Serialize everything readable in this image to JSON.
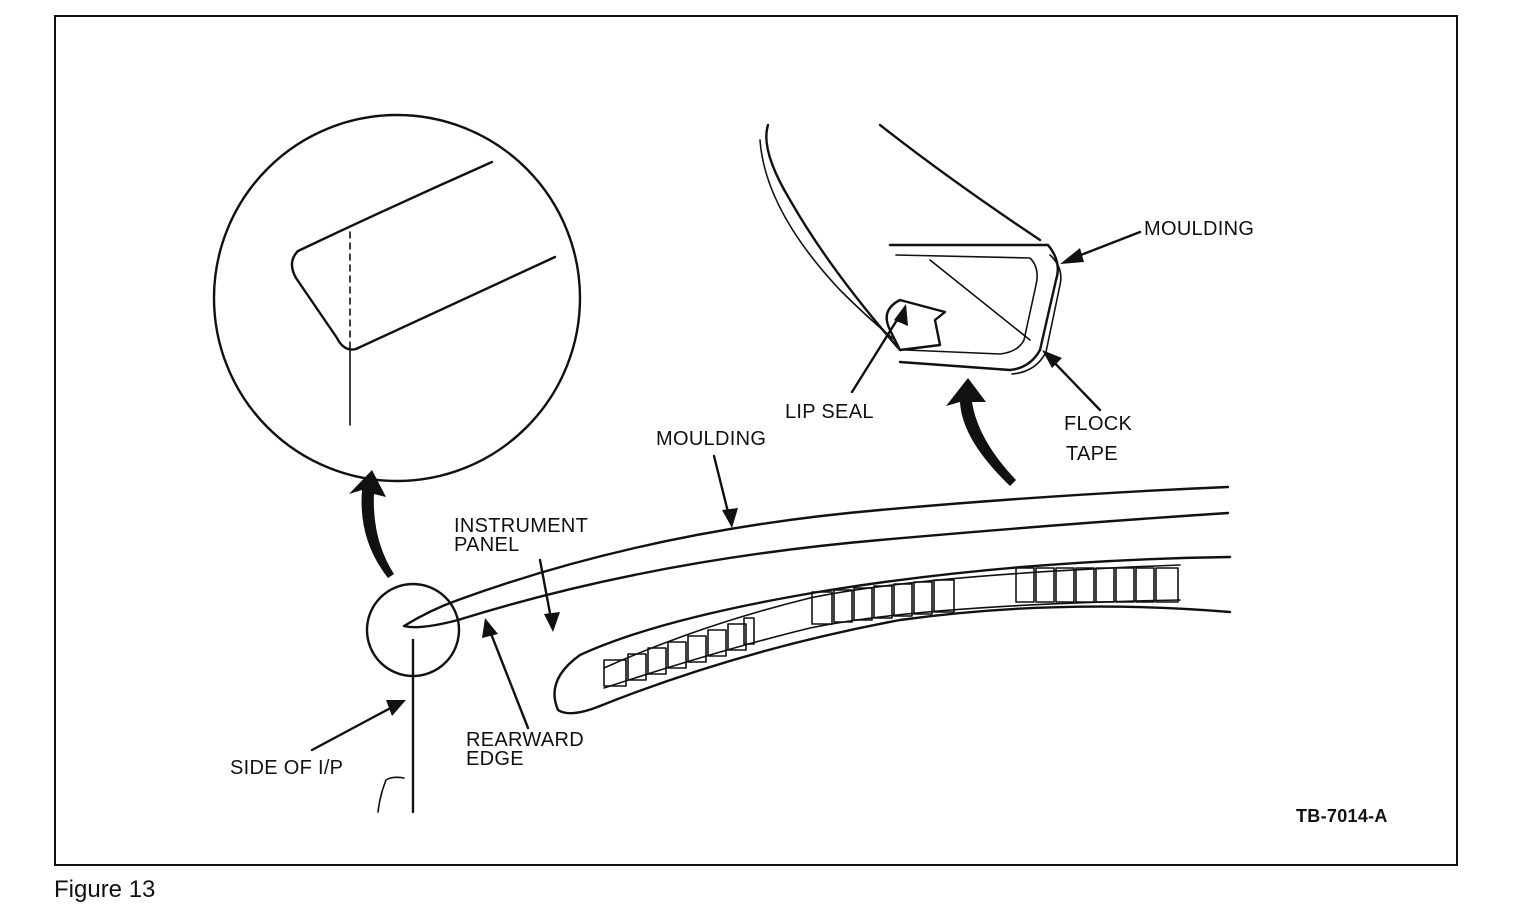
{
  "labels": {
    "moulding_top": "MOULDING",
    "lip_seal": "LIP SEAL",
    "flock": "FLOCK",
    "tape": "TAPE",
    "moulding_mid": "MOULDING",
    "instrument": "INSTRUMENT",
    "panel": "PANEL",
    "rearward": "REARWARD",
    "edge": "EDGE",
    "side_of_ip": "SIDE OF I/P",
    "ref_code": "TB-7014-A"
  },
  "caption": "Figure 13"
}
